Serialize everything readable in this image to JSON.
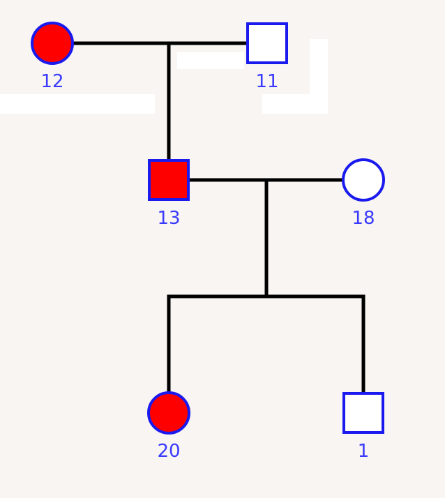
{
  "pedigree": {
    "colors": {
      "background": "#f8f5f2",
      "line": "#000000",
      "outline": "#1a1aee",
      "affected_fill": "#ff0000",
      "unaffected_fill": "#ffffff",
      "label": "#3a3aff",
      "patch": "#ffffff"
    },
    "individuals": [
      {
        "id": "12",
        "sex": "female",
        "affected": true
      },
      {
        "id": "11",
        "sex": "male",
        "affected": false
      },
      {
        "id": "13",
        "sex": "male",
        "affected": true
      },
      {
        "id": "18",
        "sex": "female",
        "affected": false
      },
      {
        "id": "20",
        "sex": "female",
        "affected": true
      },
      {
        "id": "1",
        "sex": "male",
        "affected": false
      }
    ],
    "matings": [
      {
        "partners": [
          "12",
          "11"
        ],
        "children": [
          "13"
        ]
      },
      {
        "partners": [
          "13",
          "18"
        ],
        "children": [
          "20",
          "1"
        ]
      }
    ]
  }
}
